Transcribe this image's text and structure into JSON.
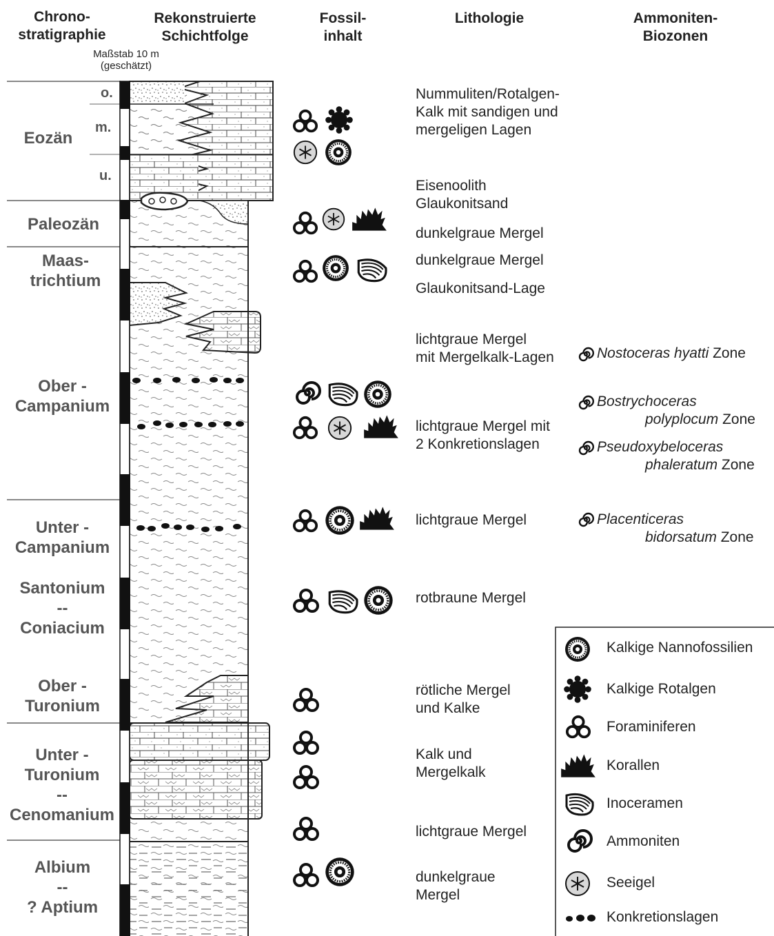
{
  "headers": {
    "chrono": "Chrono-\nstratigraphie",
    "schicht": "Rekonstruierte\nSchichtfolge",
    "fossil": "Fossil-\ninhalt",
    "litho": "Lithologie",
    "ammo": "Ammoniten-\nBiozonen",
    "scale": "Maßstab 10 m\n(geschätzt)"
  },
  "stages": {
    "eozaen": "Eozän",
    "eozaen_o": "o.",
    "eozaen_m": "m.",
    "eozaen_u": "u.",
    "paleozaen": "Paleozän",
    "maas": "Maas-\ntrichtium",
    "obercamp": "Ober -\nCampanium",
    "untercamp": "Unter -\nCampanium",
    "santon": "Santonium\n--\nConiacium",
    "obertur": "Ober -\nTuronium",
    "untertur": "Unter -\nTuronium\n--\nCenomanium",
    "albium": "Albium\n--\n? Aptium"
  },
  "lithology": {
    "l1": "Nummuliten/Rotalgen-\nKalk mit sandigen und\nmergeligen Lagen",
    "l2": "Eisenoolith\nGlaukonitsand",
    "l3": "dunkelgraue Mergel",
    "l4": "dunkelgraue Mergel",
    "l5": "Glaukonitsand-Lage",
    "l6": "lichtgraue Mergel\nmit Mergelkalk-Lagen",
    "l7": "lichtgraue Mergel mit\n2 Konkretionslagen",
    "l8": "lichtgraue Mergel",
    "l9": "rotbraune Mergel",
    "l10": "rötliche Mergel\nund Kalke",
    "l11": "Kalk und\nMergelkalk",
    "l12": "lichtgraue Mergel",
    "l13": "dunkelgraue\nMergel"
  },
  "zones": {
    "z1_italic": "Nostoceras hyatti",
    "z1_suffix": " Zone",
    "z2_italic_a": "Bostrychoceras",
    "z2_italic_b": "polyplocum",
    "z2_suffix": " Zone",
    "z3_italic_a": "Pseudoxybeloceras",
    "z3_italic_b": "phaleratum",
    "z3_suffix": " Zone",
    "z4_italic_a": "Placenticeras",
    "z4_italic_b": "bidorsatum",
    "z4_suffix": " Zone"
  },
  "legend": {
    "nanno": "Kalkige Nannofossilien",
    "rotalgen": "Kalkige Rotalgen",
    "foram": "Foraminiferen",
    "korallen": "Korallen",
    "inoceramen": "Inoceramen",
    "ammoniten": "Ammoniten",
    "seeigel": "Seeigel",
    "konkretion": "Konkretionslagen"
  },
  "icons": [
    "foraminifera-icon",
    "nannofossil-icon",
    "rotalgae-icon",
    "coral-icon",
    "inoceramus-icon",
    "ammonite-icon",
    "sea-urchin-icon",
    "concretion-icon"
  ]
}
